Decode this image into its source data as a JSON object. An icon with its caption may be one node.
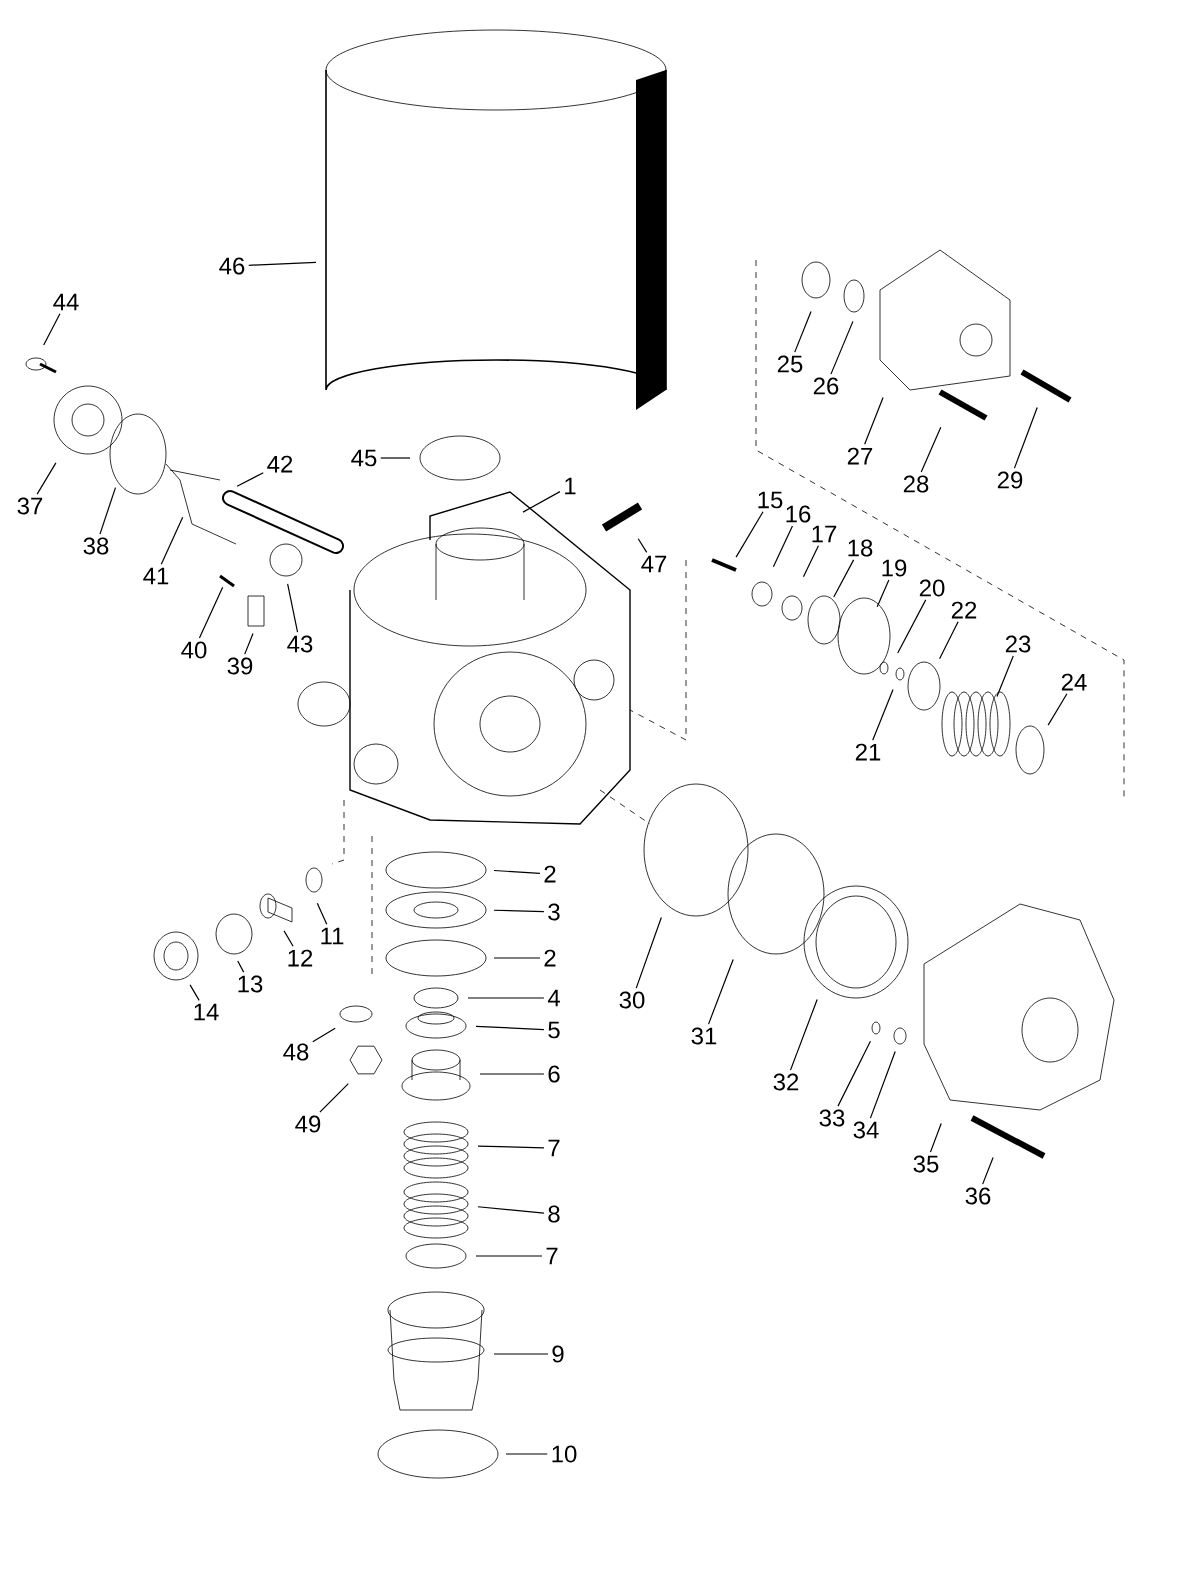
{
  "diagram": {
    "nodes": [
      {
        "text": [
          "46"
        ]
      },
      {
        "text": [
          "44"
        ]
      },
      {
        "text": [
          "25"
        ]
      },
      {
        "text": [
          "26"
        ]
      },
      {
        "text": [
          "27"
        ]
      },
      {
        "text": [
          "45"
        ]
      },
      {
        "text": [
          "42"
        ]
      },
      {
        "text": [
          "29"
        ]
      },
      {
        "text": [
          "28"
        ]
      },
      {
        "text": [
          "1"
        ]
      },
      {
        "text": [
          "15"
        ]
      },
      {
        "text": [
          "37"
        ]
      },
      {
        "text": [
          "16"
        ]
      },
      {
        "text": [
          "17"
        ]
      },
      {
        "text": [
          "38"
        ]
      },
      {
        "text": [
          "18"
        ]
      },
      {
        "text": [
          "47"
        ]
      },
      {
        "text": [
          "19"
        ]
      },
      {
        "text": [
          "41"
        ]
      },
      {
        "text": [
          "20"
        ]
      },
      {
        "text": [
          "22"
        ]
      },
      {
        "text": [
          "43"
        ]
      },
      {
        "text": [
          "23"
        ]
      },
      {
        "text": [
          "40"
        ]
      },
      {
        "text": [
          "39"
        ]
      },
      {
        "text": [
          "24"
        ]
      },
      {
        "text": [
          "21"
        ]
      },
      {
        "text": [
          "2"
        ]
      },
      {
        "text": [
          "3"
        ]
      },
      {
        "text": [
          "11"
        ]
      },
      {
        "text": [
          "2"
        ]
      },
      {
        "text": [
          "12"
        ]
      },
      {
        "text": [
          "13"
        ]
      },
      {
        "text": [
          "4"
        ]
      },
      {
        "text": [
          "30"
        ]
      },
      {
        "text": [
          "14"
        ]
      },
      {
        "text": [
          "5"
        ]
      },
      {
        "text": [
          "31"
        ]
      },
      {
        "text": [
          "48"
        ]
      },
      {
        "text": [
          "6"
        ]
      },
      {
        "text": [
          "32"
        ]
      },
      {
        "text": [
          "49"
        ]
      },
      {
        "text": [
          "33"
        ]
      },
      {
        "text": [
          "34"
        ]
      },
      {
        "text": [
          "7"
        ]
      },
      {
        "text": [
          "35"
        ]
      },
      {
        "text": [
          "36"
        ]
      },
      {
        "text": [
          "8"
        ]
      },
      {
        "text": [
          "7"
        ]
      },
      {
        "text": [
          "9"
        ]
      },
      {
        "text": [
          "10"
        ]
      }
    ],
    "edges": [
      {
        "from": 0,
        "to": null,
        "arrow": "none"
      },
      {
        "from": 1,
        "to": null,
        "arrow": "none"
      },
      {
        "from": 2,
        "to": null,
        "arrow": "none"
      },
      {
        "from": 3,
        "to": null,
        "arrow": "none"
      },
      {
        "from": 4,
        "to": null,
        "arrow": "none"
      },
      {
        "from": 5,
        "to": null,
        "arrow": "none"
      },
      {
        "from": 6,
        "to": null,
        "arrow": "none"
      },
      {
        "from": 7,
        "to": null,
        "arrow": "none"
      },
      {
        "from": 8,
        "to": null,
        "arrow": "none"
      },
      {
        "from": 9,
        "to": null,
        "arrow": "none"
      },
      {
        "from": 10,
        "to": null,
        "arrow": "none"
      },
      {
        "from": 11,
        "to": null,
        "arrow": "none"
      },
      {
        "from": 12,
        "to": null,
        "arrow": "none"
      },
      {
        "from": 13,
        "to": null,
        "arrow": "none"
      },
      {
        "from": 14,
        "to": null,
        "arrow": "none"
      },
      {
        "from": 15,
        "to": null,
        "arrow": "none"
      },
      {
        "from": 16,
        "to": null,
        "arrow": "none"
      },
      {
        "from": 17,
        "to": null,
        "arrow": "none"
      },
      {
        "from": 18,
        "to": null,
        "arrow": "none"
      },
      {
        "from": 19,
        "to": null,
        "arrow": "none"
      },
      {
        "from": 20,
        "to": null,
        "arrow": "none"
      },
      {
        "from": 21,
        "to": null,
        "arrow": "none"
      },
      {
        "from": 22,
        "to": null,
        "arrow": "none"
      },
      {
        "from": 23,
        "to": null,
        "arrow": "none"
      },
      {
        "from": 24,
        "to": null,
        "arrow": "none"
      },
      {
        "from": 25,
        "to": null,
        "arrow": "none"
      },
      {
        "from": 26,
        "to": null,
        "arrow": "none"
      },
      {
        "from": 27,
        "to": null,
        "arrow": "none"
      },
      {
        "from": 28,
        "to": null,
        "arrow": "none"
      },
      {
        "from": 29,
        "to": null,
        "arrow": "none"
      },
      {
        "from": 30,
        "to": null,
        "arrow": "none"
      },
      {
        "from": 31,
        "to": null,
        "arrow": "none"
      },
      {
        "from": 32,
        "to": null,
        "arrow": "none"
      },
      {
        "from": 33,
        "to": null,
        "arrow": "none"
      },
      {
        "from": 34,
        "to": null,
        "arrow": "none"
      },
      {
        "from": 35,
        "to": null,
        "arrow": "none"
      },
      {
        "from": 36,
        "to": null,
        "arrow": "none"
      },
      {
        "from": 37,
        "to": null,
        "arrow": "none"
      },
      {
        "from": 38,
        "to": null,
        "arrow": "none"
      },
      {
        "from": 39,
        "to": null,
        "arrow": "none"
      },
      {
        "from": 40,
        "to": null,
        "arrow": "none"
      },
      {
        "from": 41,
        "to": null,
        "arrow": "none"
      },
      {
        "from": 42,
        "to": null,
        "arrow": "none"
      },
      {
        "from": 43,
        "to": null,
        "arrow": "none"
      },
      {
        "from": 44,
        "to": null,
        "arrow": "none"
      },
      {
        "from": 45,
        "to": null,
        "arrow": "none"
      },
      {
        "from": 46,
        "to": null,
        "arrow": "none"
      },
      {
        "from": 47,
        "to": null,
        "arrow": "none"
      },
      {
        "from": 48,
        "to": null,
        "arrow": "none"
      },
      {
        "from": 49,
        "to": null,
        "arrow": "none"
      },
      {
        "from": 50,
        "to": null,
        "arrow": "none"
      }
    ]
  }
}
